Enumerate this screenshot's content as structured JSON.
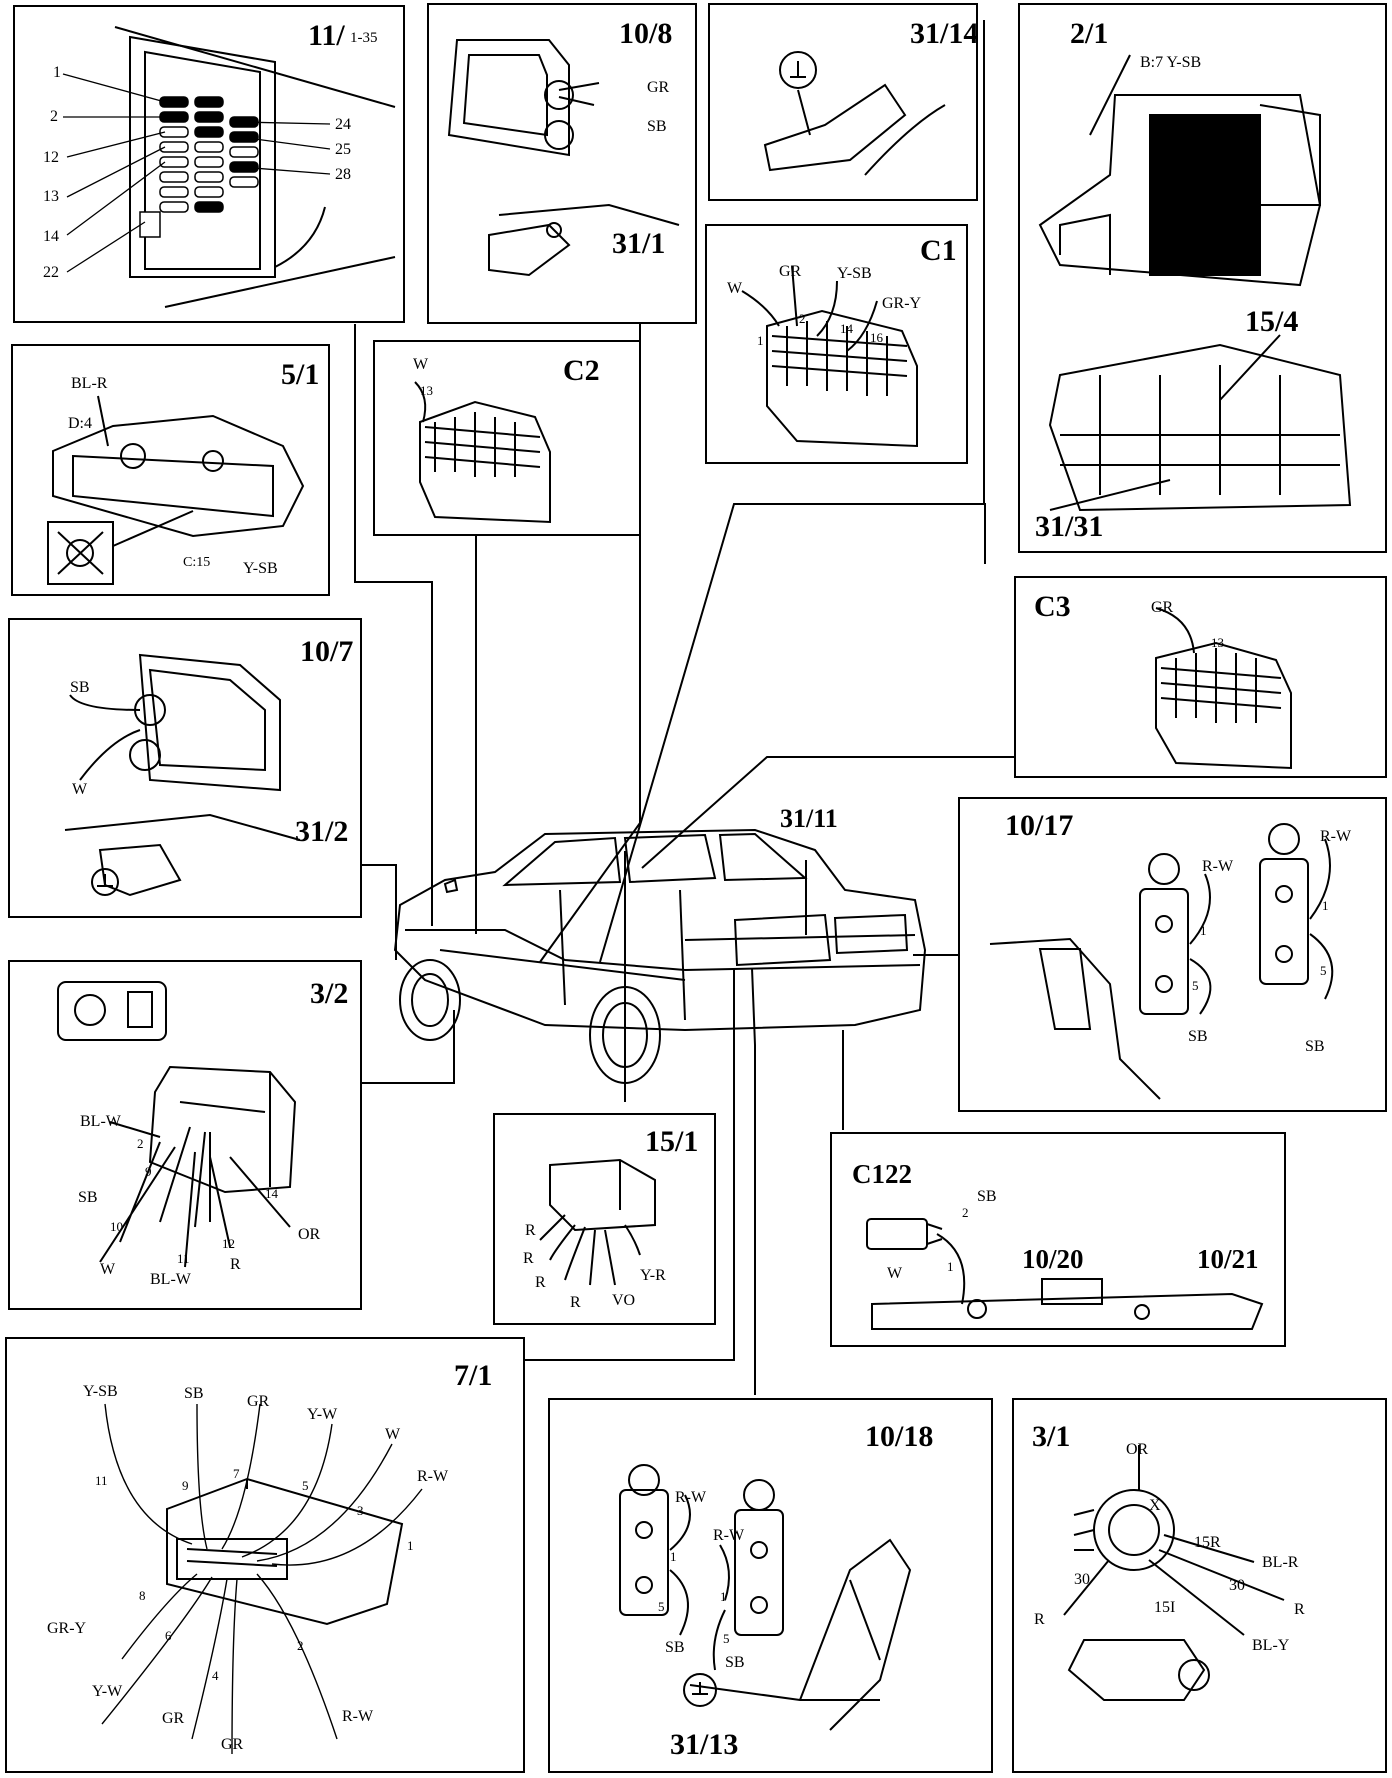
{
  "car": {
    "label": "31/11"
  },
  "panels": {
    "p11_1": {
      "title": "11/",
      "title_sub": "1-35",
      "labels": [
        "1",
        "2",
        "12",
        "13",
        "14",
        "22",
        "24",
        "25",
        "28"
      ]
    },
    "p10_8": {
      "title": "10/8",
      "sub_title": "31/1",
      "labels": [
        "GR",
        "SB"
      ]
    },
    "p31_14": {
      "title": "31/14"
    },
    "p2_1": {
      "title": "2/1",
      "labels": [
        "B:7 Y-SB"
      ],
      "title2": "15/4",
      "title3": "31/31"
    },
    "p5_1": {
      "title": "5/1",
      "labels": [
        "BL-R",
        "D:4",
        "C:15",
        "Y-SB"
      ]
    },
    "pC2": {
      "title": "C2",
      "labels": [
        "W",
        "13"
      ]
    },
    "pC1": {
      "title": "C1",
      "labels": [
        "W",
        "GR",
        "Y-SB",
        "GR-Y",
        "1",
        "2",
        "14",
        "16"
      ]
    },
    "pC3": {
      "title": "C3",
      "labels": [
        "GR",
        "13"
      ]
    },
    "p10_7": {
      "title": "10/7",
      "sub_title": "31/2",
      "labels": [
        "SB",
        "W"
      ]
    },
    "p10_17": {
      "title": "10/17",
      "labels": [
        "R-W",
        "1",
        "5",
        "SB",
        "R-W",
        "1",
        "5",
        "SB"
      ]
    },
    "p3_2": {
      "title": "3/2",
      "labels": [
        "BL-W",
        "2",
        "9",
        "SB",
        "10",
        "W",
        "11",
        "BL-W",
        "12",
        "R",
        "14",
        "OR"
      ]
    },
    "p15_1": {
      "title": "15/1",
      "labels": [
        "R",
        "R",
        "R",
        "R",
        "VO",
        "Y-R"
      ]
    },
    "pC122": {
      "title": "C122",
      "labels": [
        "SB",
        "2",
        "W",
        "1",
        "10/20",
        "10/21"
      ]
    },
    "p7_1": {
      "title": "7/1",
      "labels": [
        "Y-SB",
        "SB",
        "GR",
        "Y-W",
        "W",
        "R-W",
        "11",
        "9",
        "7",
        "5",
        "3",
        "1",
        "8",
        "GR-Y",
        "6",
        "Y-W",
        "GR",
        "4",
        "GR",
        "2",
        "R-W"
      ]
    },
    "p10_18": {
      "title": "10/18",
      "sub_title": "31/13",
      "labels": [
        "R-W",
        "1",
        "5",
        "SB",
        "R-W",
        "1",
        "5",
        "SB"
      ]
    },
    "p3_1": {
      "title": "3/1",
      "labels": [
        "OR",
        "X",
        "15R",
        "BL-R",
        "30",
        "30",
        "R",
        "R",
        "15I",
        "BL-Y"
      ]
    }
  }
}
